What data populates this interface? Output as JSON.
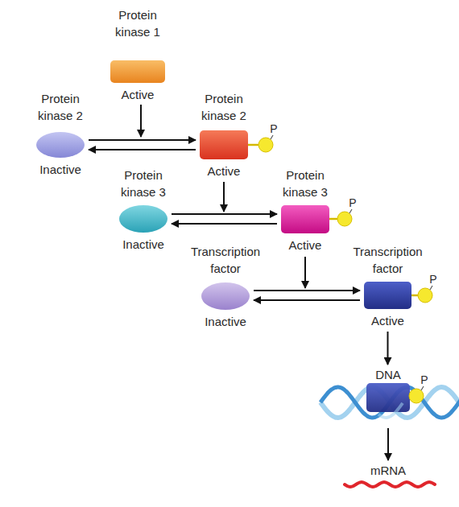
{
  "diagram": {
    "nodes": [
      {
        "text": [
          "Protein kinase 1",
          "Active"
        ]
      },
      {
        "text": [
          "Protein kinase 2",
          "Inactive"
        ]
      },
      {
        "text": [
          "Protein kinase 2",
          "Active"
        ]
      },
      {
        "text": [
          "Protein kinase 3",
          "Inactive"
        ]
      },
      {
        "text": [
          "Protein kinase 3",
          "Active"
        ]
      },
      {
        "text": [
          "Transcription factor",
          "Inactive"
        ]
      },
      {
        "text": [
          "Transcription factor",
          "Active"
        ]
      },
      {
        "text": [
          "DNA"
        ]
      },
      {
        "text": [
          "mRNA"
        ]
      }
    ],
    "edges": [
      {
        "from": 1,
        "to": 2,
        "arrow": "to"
      },
      {
        "from": 2,
        "to": 1,
        "arrow": "to"
      },
      {
        "from": 3,
        "to": 4,
        "arrow": "to"
      },
      {
        "from": 4,
        "to": 3,
        "arrow": "to"
      },
      {
        "from": 5,
        "to": 6,
        "arrow": "to"
      },
      {
        "from": 6,
        "to": 5,
        "arrow": "to"
      },
      {
        "from": 6,
        "to": 7,
        "arrow": "to"
      },
      {
        "from": 7,
        "to": 8,
        "arrow": "to"
      }
    ],
    "labels": [
      "P",
      "P",
      "P",
      "P"
    ]
  }
}
